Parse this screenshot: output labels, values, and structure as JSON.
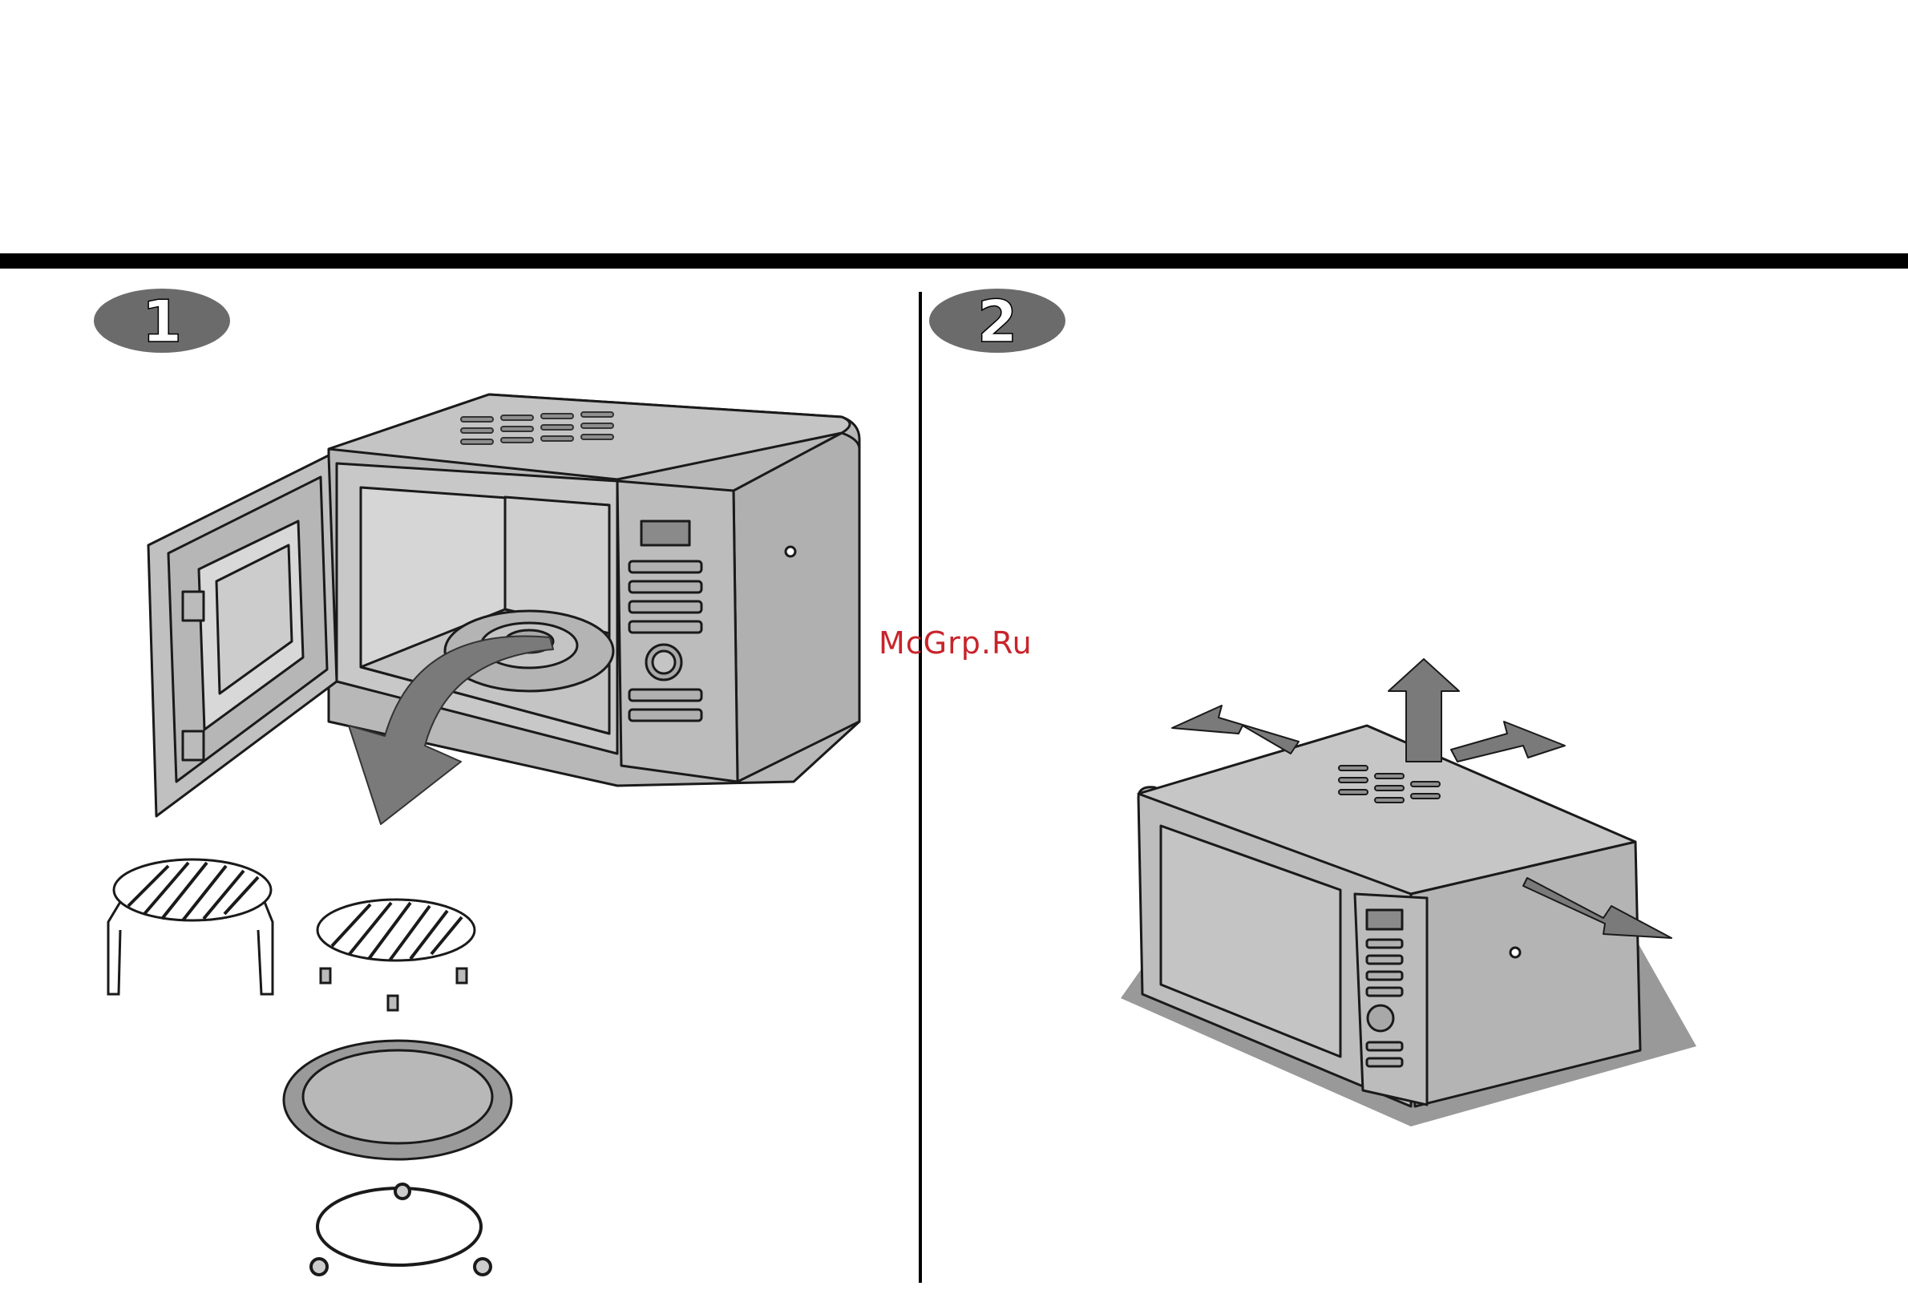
{
  "steps": [
    {
      "number": "1"
    },
    {
      "number": "2"
    }
  ],
  "watermark": "McGrp.Ru",
  "colors": {
    "rule": "#000000",
    "badge": "#6b6b6b",
    "body_gray": "#b8b8b8",
    "arrow_gray": "#7a7a7a",
    "watermark": "#c8242b"
  }
}
